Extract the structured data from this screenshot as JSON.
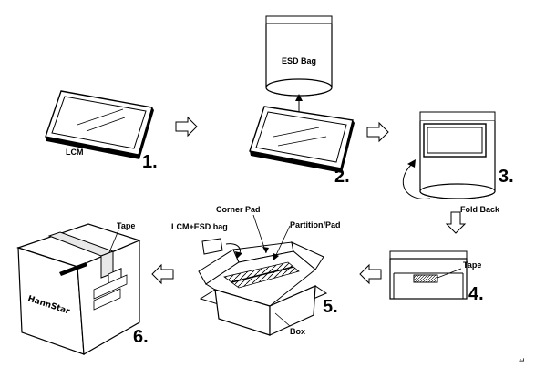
{
  "labels": {
    "lcm": "LCM",
    "esd_bag": "ESD Bag",
    "fold_back": "Fold Back",
    "tape_step4": "Tape",
    "corner_pad": "Corner Pad",
    "lcm_esd_bag": "LCM+ESD bag",
    "partition_pad": "Partition/Pad",
    "box": "Box",
    "tape_step6": "Tape",
    "box_brand": "HannStar"
  },
  "steps": [
    "1.",
    "2.",
    "3.",
    "4.",
    "5.",
    "6."
  ],
  "return_mark": "↵"
}
